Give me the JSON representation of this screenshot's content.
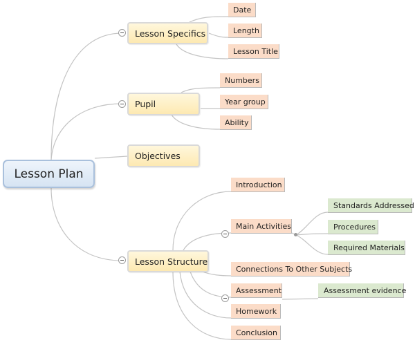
{
  "mindmap": {
    "root": "Lesson Plan",
    "topics": {
      "lesson_specifics": {
        "label": "Lesson Specifics",
        "children": [
          "Date",
          "Length",
          "Lesson Title"
        ]
      },
      "pupil": {
        "label": "Pupil",
        "children": [
          "Numbers",
          "Year group",
          "Ability"
        ]
      },
      "objectives": {
        "label": "Objectives"
      },
      "lesson_structure": {
        "label": "Lesson Structure",
        "children": [
          "Introduction",
          "Main Activities",
          "Connections To Other Subjects",
          "Assessment",
          "Homework",
          "Conclusion"
        ],
        "main_activities_children": [
          "Standards Addressed",
          "Procedures",
          "Required Materials"
        ],
        "assessment_children": [
          "Assessment evidence"
        ]
      }
    },
    "colors": {
      "root_fill": "#d6e4f3",
      "topic_fill": "#fde9b2",
      "subtopic_fill": "#fbdcc8",
      "leaf_fill": "#dbe9cf",
      "connector": "#c4c4c4"
    },
    "icons": [
      "collapse-toggle-icon"
    ]
  }
}
